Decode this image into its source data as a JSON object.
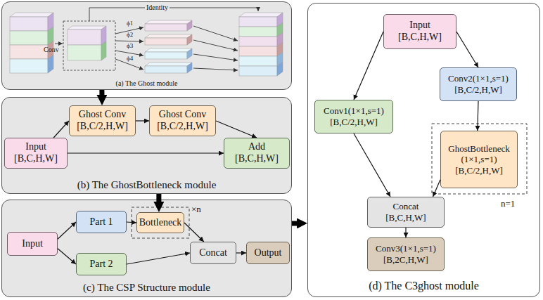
{
  "diagram": {
    "nodes": [
      {
        "text": [
          "(a) The Ghost module"
        ]
      },
      {
        "text": [
          "(b) The GhostBottleneck module"
        ]
      },
      {
        "text": [
          "Input",
          "[B,C,H,W]"
        ],
        "in": 1
      },
      {
        "text": [
          "Ghost Conv",
          "[B,C/2,H,W]"
        ],
        "in": 1
      },
      {
        "text": [
          "Ghost Conv",
          "[B,C/2,H,W]"
        ],
        "in": 1
      },
      {
        "text": [
          "Add",
          "[B,C,H,W]"
        ],
        "in": 1
      },
      {
        "text": [
          "(c) The CSP Structure module"
        ]
      },
      {
        "text": [
          "Input"
        ],
        "in": 6
      },
      {
        "text": [
          "Part 1"
        ],
        "in": 6
      },
      {
        "text": [
          "Bottleneck"
        ],
        "in": 6
      },
      {
        "text": [
          "Part 2"
        ],
        "in": 6
      },
      {
        "text": [
          "Concat"
        ],
        "in": 6
      },
      {
        "text": [
          "Output"
        ],
        "in": 6
      },
      {
        "text": [
          "(d) The C3ghost module"
        ]
      },
      {
        "text": [
          "Input",
          "[B,C,H,W]"
        ],
        "in": 13
      },
      {
        "text": [
          "Conv2(1×1,s=1)",
          "[B,C/2,H,W]"
        ],
        "in": 13
      },
      {
        "text": [
          "Conv1(1×1,s=1)",
          "[B,C/2,H,W]"
        ],
        "in": 13
      },
      {
        "text": [
          "GhostBottleneck (1×1,s=1)",
          "[B,C/2,H,W]"
        ],
        "in": 13
      },
      {
        "text": [
          "Concat",
          "[B,C,H,W]"
        ],
        "in": 13
      },
      {
        "text": [
          "Conv3(1×1,s=1)",
          "[B,2C,H,W]"
        ],
        "in": 13
      }
    ],
    "edges": [
      {
        "from": 2,
        "to": 3,
        "arrow": "to"
      },
      {
        "from": 3,
        "to": 4,
        "arrow": "to"
      },
      {
        "from": 4,
        "to": 5,
        "arrow": "to"
      },
      {
        "from": 2,
        "to": 5,
        "arrow": "to"
      },
      {
        "from": 0,
        "to": 3,
        "arrow": "to"
      },
      {
        "from": 7,
        "to": 8,
        "arrow": "to"
      },
      {
        "from": 7,
        "to": 10,
        "arrow": "to"
      },
      {
        "from": 8,
        "to": 9,
        "arrow": "to"
      },
      {
        "from": 9,
        "to": 11,
        "arrow": "to"
      },
      {
        "from": 10,
        "to": 11,
        "arrow": "to"
      },
      {
        "from": 11,
        "to": 12,
        "arrow": "to"
      },
      {
        "from": 1,
        "to": 9,
        "arrow": "to"
      },
      {
        "from": 6,
        "to": 13,
        "arrow": "to"
      },
      {
        "from": 14,
        "to": 15,
        "arrow": "to"
      },
      {
        "from": 14,
        "to": 16,
        "arrow": "to"
      },
      {
        "from": 15,
        "to": 17,
        "arrow": "to"
      },
      {
        "from": 16,
        "to": 18,
        "arrow": "to"
      },
      {
        "from": 17,
        "to": 18,
        "arrow": "to"
      },
      {
        "from": 18,
        "to": 19,
        "arrow": "to"
      }
    ],
    "labels": [
      "Conv",
      "Identity",
      "ϕ1",
      "ϕ2",
      "ϕ3",
      "ϕ4",
      "×n",
      "n=1"
    ]
  }
}
